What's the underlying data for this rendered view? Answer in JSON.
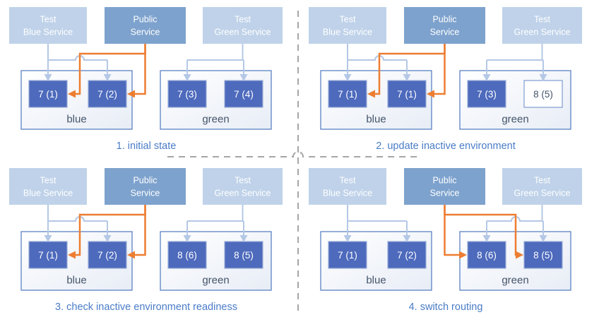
{
  "diagram": {
    "background": "#ffffff",
    "colors": {
      "test_service_fill": "#bfd2e9",
      "public_service_fill": "#7da2cd",
      "service_text": "#ffffff",
      "pod_fill": "#4d6abc",
      "pod_border": "#9aadd8",
      "pod_text": "#ffffff",
      "pod_outline_fill": "#ffffff",
      "pod_outline_border": "#7f9bd0",
      "pod_outline_text": "#44546a",
      "env_border": "#5b82c4",
      "env_fill_start": "#ffffff",
      "env_fill_end": "#e8edf6",
      "env_label_text": "#44546a",
      "test_connector": "#b4c8e6",
      "public_connector": "#ed7d31",
      "caption_text": "#4a7cc7",
      "separator": "#a6a6a6"
    },
    "services": [
      {
        "id": "test-blue-service",
        "lines": [
          "Test",
          "Blue Service"
        ],
        "kind": "test"
      },
      {
        "id": "public-service",
        "lines": [
          "Public",
          "Service"
        ],
        "kind": "public"
      },
      {
        "id": "test-green-service",
        "lines": [
          "Test",
          "Green Service"
        ],
        "kind": "test"
      }
    ],
    "panels": [
      {
        "caption": "1. initial state",
        "public_route": "blue",
        "environments": [
          {
            "name": "blue",
            "pods": [
              {
                "label": "7 (1)",
                "style": "filled"
              },
              {
                "label": "7 (2)",
                "style": "filled"
              }
            ]
          },
          {
            "name": "green",
            "pods": [
              {
                "label": "7 (3)",
                "style": "filled"
              },
              {
                "label": "7 (4)",
                "style": "filled"
              }
            ]
          }
        ]
      },
      {
        "caption": "2. update inactive environment",
        "public_route": "blue",
        "environments": [
          {
            "name": "blue",
            "pods": [
              {
                "label": "7 (1)",
                "style": "filled"
              },
              {
                "label": "7 (1)",
                "style": "filled"
              }
            ]
          },
          {
            "name": "green",
            "pods": [
              {
                "label": "7 (3)",
                "style": "filled"
              },
              {
                "label": "8 (5)",
                "style": "outline"
              }
            ]
          }
        ]
      },
      {
        "caption": "3. check inactive environment readiness",
        "public_route": "blue",
        "environments": [
          {
            "name": "blue",
            "pods": [
              {
                "label": "7 (1)",
                "style": "filled"
              },
              {
                "label": "7 (2)",
                "style": "filled"
              }
            ]
          },
          {
            "name": "green",
            "pods": [
              {
                "label": "8 (6)",
                "style": "filled"
              },
              {
                "label": "8 (5)",
                "style": "filled"
              }
            ]
          }
        ]
      },
      {
        "caption": "4. switch routing",
        "public_route": "green",
        "environments": [
          {
            "name": "blue",
            "pods": [
              {
                "label": "7 (1)",
                "style": "filled"
              },
              {
                "label": "7 (2)",
                "style": "filled"
              }
            ]
          },
          {
            "name": "green",
            "pods": [
              {
                "label": "8 (6)",
                "style": "filled"
              },
              {
                "label": "8 (5)",
                "style": "filled"
              }
            ]
          }
        ]
      }
    ]
  }
}
